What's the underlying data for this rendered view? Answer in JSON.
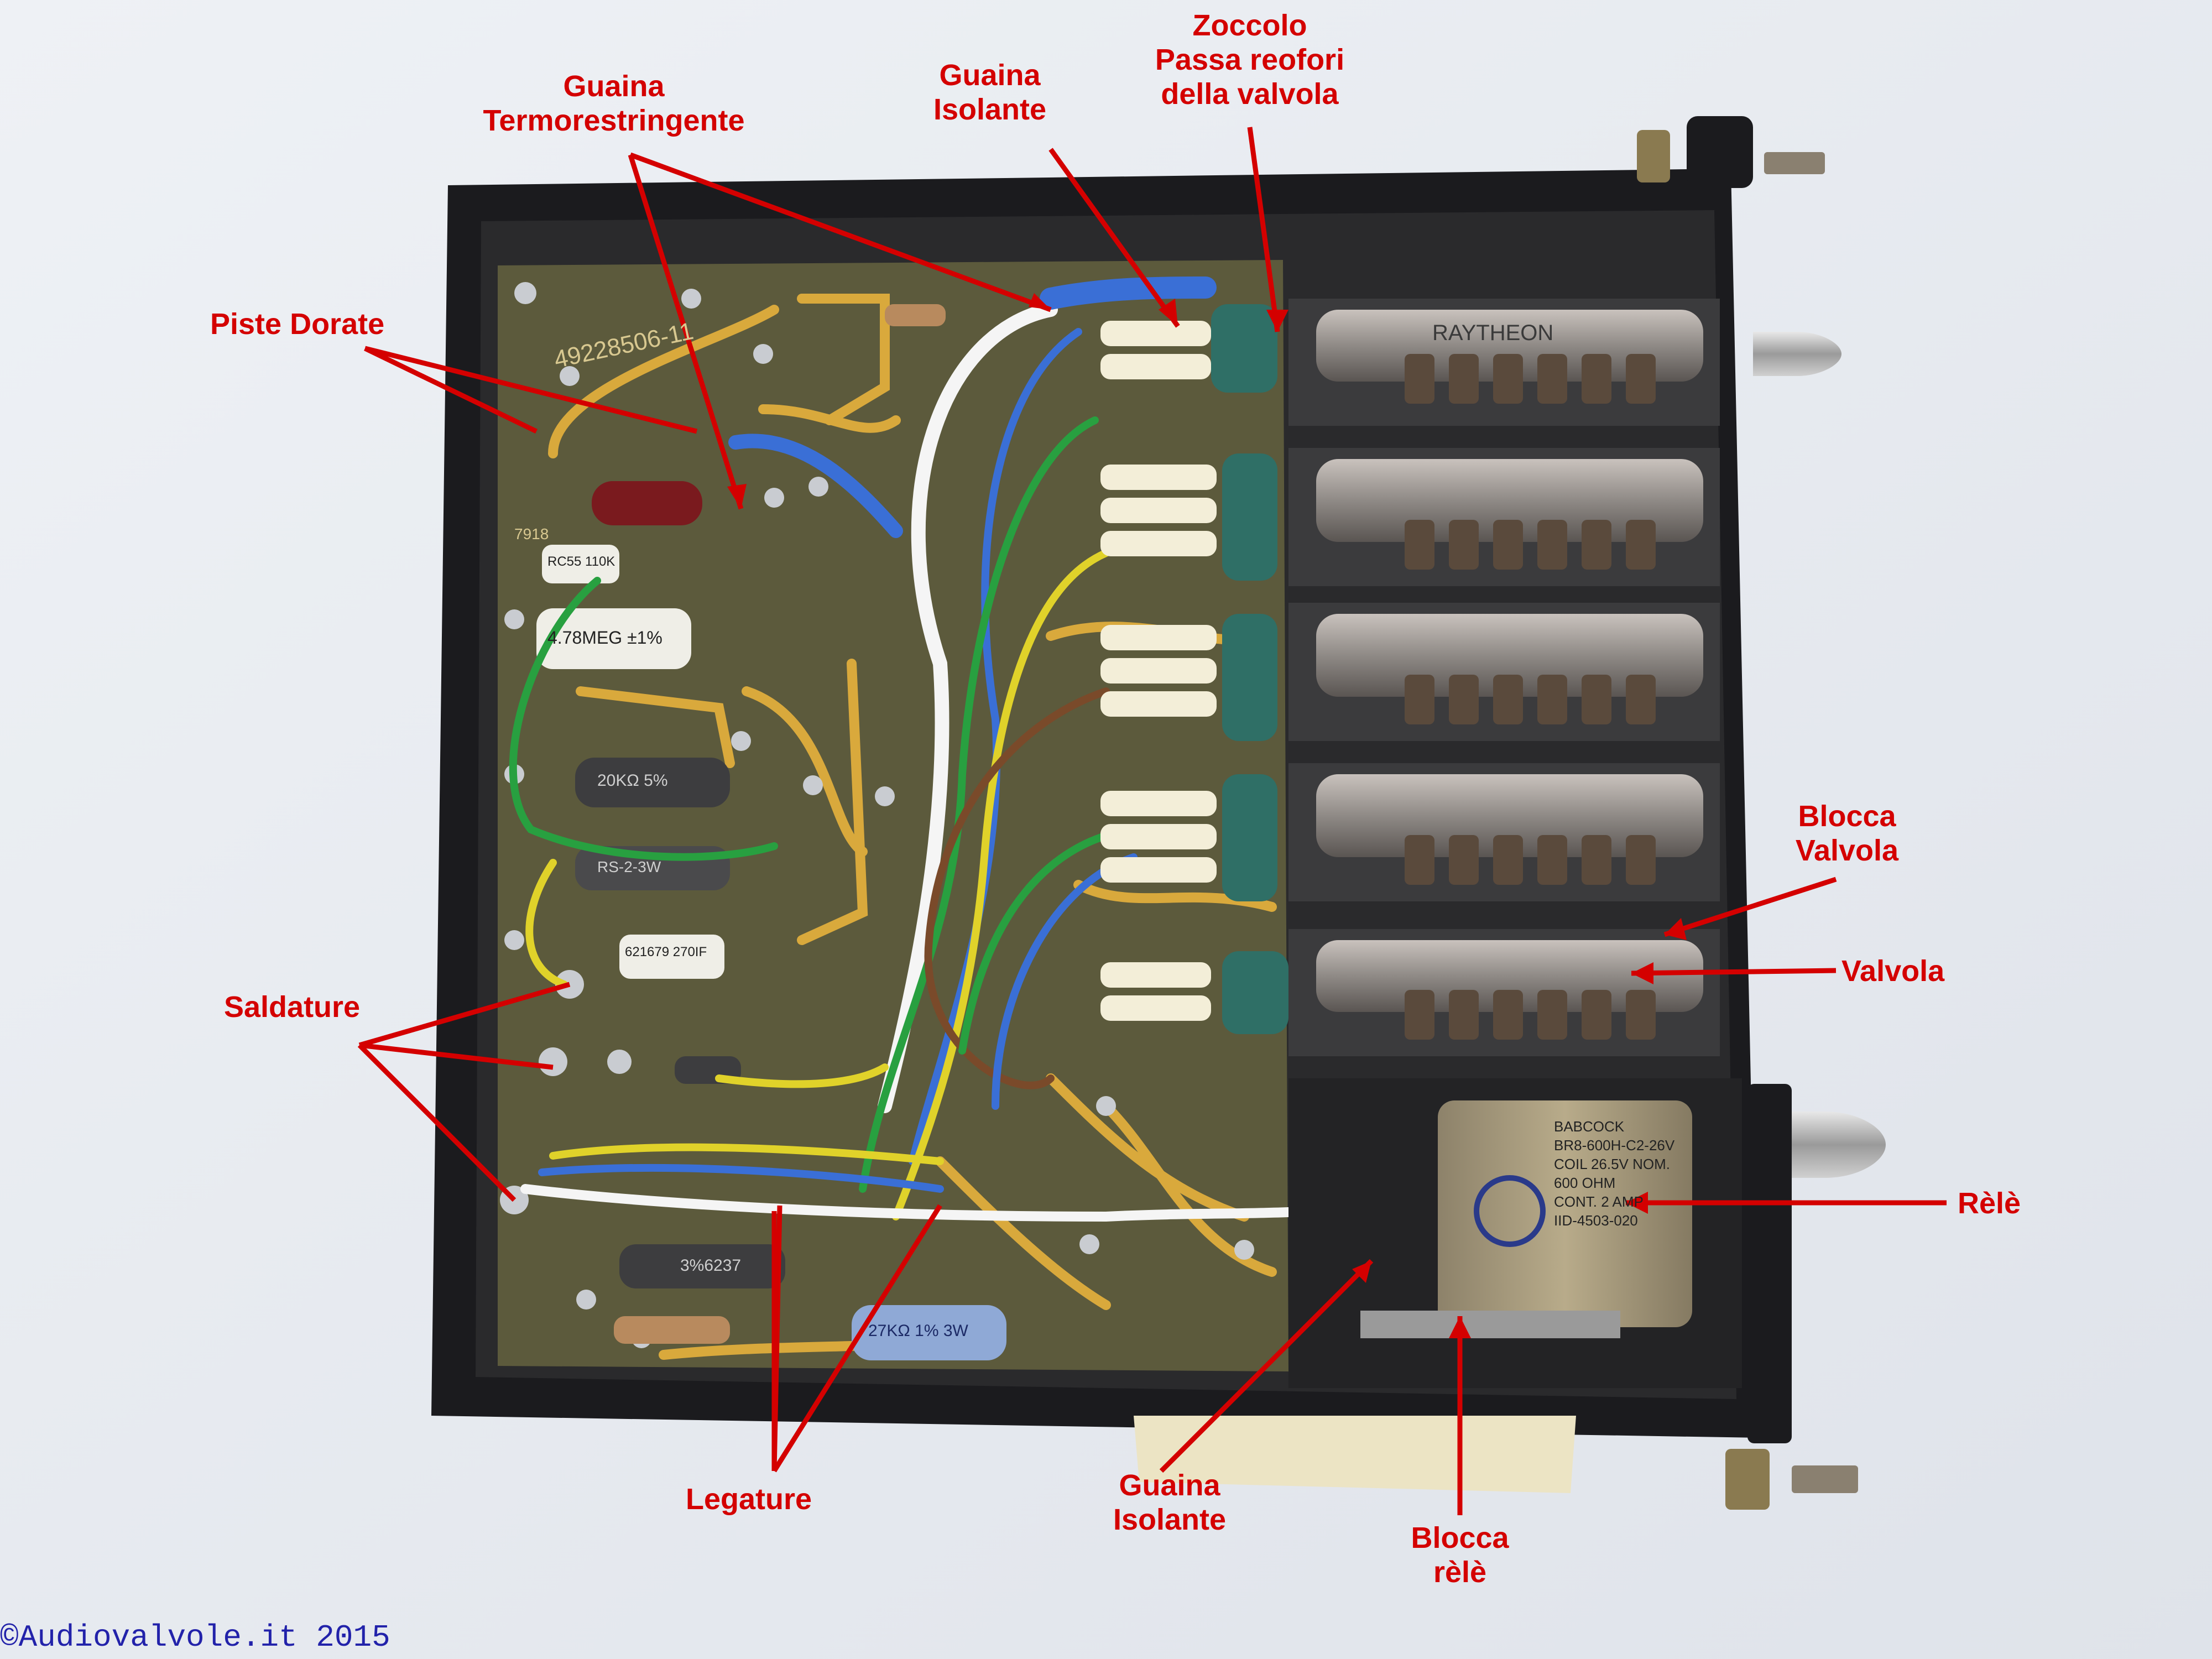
{
  "colors": {
    "label": "#d40000",
    "chassis": "#1b1b1e",
    "pcb": "#5c5a3c",
    "trace": "#d9a93c",
    "relay_can": "#a89a78",
    "socket": "#2f6f66",
    "copyright": "#2222aa"
  },
  "labels": {
    "zoccolo": [
      "Zoccolo",
      "Passa reofori",
      "della valvola"
    ],
    "guaina_isolante_top": [
      "Guaina",
      "Isolante"
    ],
    "guaina_termo": [
      "Guaina",
      "Termorestringente"
    ],
    "piste_dorate": "Piste Dorate",
    "blocca_valvola": [
      "Blocca",
      "Valvola"
    ],
    "valvola": "Valvola",
    "saldature": "Saldature",
    "rele": "Rèlè",
    "legature": "Legature",
    "guaina_isolante_bottom": [
      "Guaina",
      "Isolante"
    ],
    "blocca_rele": [
      "Blocca",
      "rèlè"
    ]
  },
  "printed_text": {
    "board_number": "49228506-11",
    "tube_brand": "RAYTHEON",
    "relay_lines": [
      "BABCOCK",
      "BR8-600H-C2-26V",
      "COIL 26.5V NOM.",
      "600 OHM",
      "CONT. 2 AMP",
      "IID-4503-020"
    ],
    "resistor_1": "RC55 110K",
    "resistor_2": "4.78MEG ±1%",
    "resistor_3": "20KΩ 5%",
    "resistor_4": "RS-2-3W",
    "resistor_5": "621679 270IF",
    "resistor_6": "3%6237",
    "resistor_7": "27KΩ 1% 3W",
    "pcb_code": "7918"
  },
  "copyright": "©Audiovalvole.it 2015"
}
